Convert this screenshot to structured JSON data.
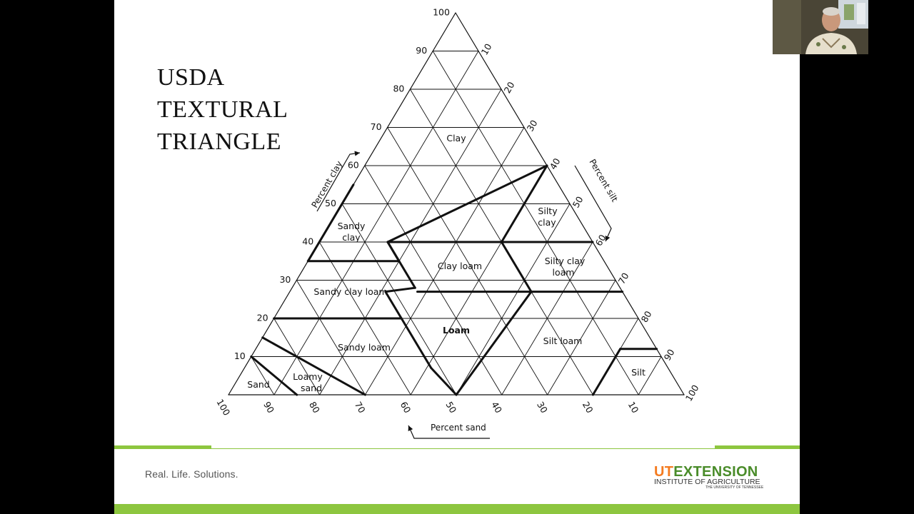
{
  "slide": {
    "title_lines": [
      "USDA",
      "TEXTURAL",
      "TRIANGLE"
    ],
    "footer_tagline": "Real. Life. Solutions.",
    "logo": {
      "ut": "UT",
      "extension": "EXTENSION",
      "institute": "INSTITUTE OF AGRICULTURE",
      "university": "THE UNIVERSITY OF TENNESSEE"
    },
    "brand_colors": {
      "green": "#8dc63f",
      "orange": "#f47b20"
    }
  },
  "triangle": {
    "axis_titles": {
      "clay": "Percent clay",
      "silt": "Percent silt",
      "sand": "Percent sand"
    },
    "clay_ticks": [
      "10",
      "20",
      "30",
      "40",
      "50",
      "60",
      "70",
      "80",
      "90",
      "100"
    ],
    "silt_ticks": [
      "10",
      "20",
      "30",
      "40",
      "50",
      "60",
      "70",
      "80",
      "90",
      "100"
    ],
    "sand_ticks": [
      "100",
      "90",
      "80",
      "70",
      "60",
      "50",
      "40",
      "30",
      "20",
      "10"
    ],
    "textural_classes": {
      "clay": "Clay",
      "sandy_clay": [
        "Sandy",
        "clay"
      ],
      "silty_clay": [
        "Silty",
        "clay"
      ],
      "clay_loam": "Clay loam",
      "silty_clay_loam": [
        "Silty clay",
        "loam"
      ],
      "sandy_clay_loam": "Sandy clay loam",
      "loam": "Loam",
      "sandy_loam": "Sandy loam",
      "silt_loam": "Silt loam",
      "loamy_sand": [
        "Loamy",
        "sand"
      ],
      "sand": "Sand",
      "silt": "Silt"
    }
  },
  "webcam": {
    "icon": "presenter-video-icon"
  }
}
